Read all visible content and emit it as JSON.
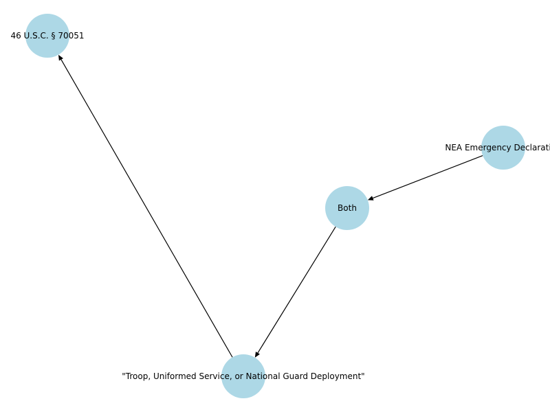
{
  "nodes": [
    {
      "id": "usc",
      "label": "46 U.S.C. § 70051"
    },
    {
      "id": "nea",
      "label": "NEA Emergency Declaration"
    },
    {
      "id": "both",
      "label": "Both"
    },
    {
      "id": "troop",
      "label": "\"Troop, Uniformed Service, or National Guard Deployment\""
    }
  ],
  "edges": [
    {
      "from": "nea",
      "to": "both"
    },
    {
      "from": "both",
      "to": "troop"
    },
    {
      "from": "troop",
      "to": "usc"
    }
  ],
  "colors": {
    "node_fill": "#add8e6",
    "edge": "#000000",
    "label": "#000000"
  }
}
